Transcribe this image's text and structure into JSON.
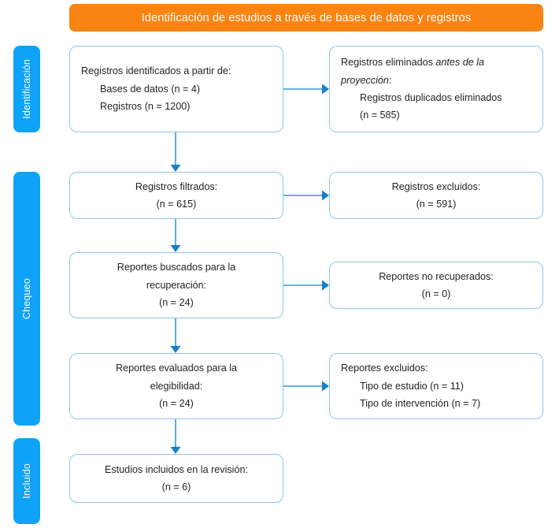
{
  "diagram": {
    "title": "Identificación de estudios a través de bases de datos y registros",
    "type": "prisma-flow-diagram",
    "colors": {
      "header_orange": "#F98412",
      "stage_blue": "#0FA3F7",
      "box_border": "#8FC6E8",
      "arrow_blue": "#2E9BD6",
      "text": "#231F20"
    }
  },
  "stages": [
    {
      "id": "identificacion",
      "label": "Identificación"
    },
    {
      "id": "chequeo",
      "label": "Chequeo"
    },
    {
      "id": "incluido",
      "label": "Incluido"
    }
  ],
  "boxes": {
    "identified": {
      "line1": "Registros identificados a partir de:",
      "line2": "Bases de datos (n = 4)",
      "line3": "Registros (n = 1200)"
    },
    "removed": {
      "line1_pre": "Registros eliminados ",
      "line1_ital": "antes de la",
      "line2_ital": "proyección",
      "line2_post": ":",
      "line3": "Registros duplicados eliminados",
      "line4": "(n = 585)"
    },
    "screened": {
      "line1": "Registros filtrados:",
      "line2": "(n = 615)"
    },
    "excluded": {
      "line1": "Registros excluidos:",
      "line2": "(n = 591)"
    },
    "sought": {
      "line1": "Reportes buscados para la",
      "line2": "recuperación:",
      "line3": "(n = 24)"
    },
    "not_retrieved": {
      "line1": "Reportes no recuperados:",
      "line2": "(n = 0)"
    },
    "assessed": {
      "line1": "Reportes evaluados para la",
      "line2": "elegibilidad:",
      "line3": "(n = 24)"
    },
    "reports_excluded": {
      "line1": "Reportes excluidos:",
      "line2": "Tipo de estudio (n = 11)",
      "line3": "Tipo de intervención (n = 7)"
    },
    "included": {
      "line1": "Estudios incluidos en la revisión:",
      "line2": "(n = 6)"
    }
  },
  "chart_data": {
    "type": "diagram",
    "title": "Identificación de estudios a través de bases de datos y registros",
    "nodes": [
      {
        "id": "identified",
        "stage": "Identificación",
        "column": "left",
        "text": "Registros identificados a partir de: Bases de datos (n = 4); Registros (n = 1200)",
        "counts": {
          "bases_de_datos": 4,
          "registros": 1200
        }
      },
      {
        "id": "removed",
        "stage": "Identificación",
        "column": "right",
        "text": "Registros eliminados antes de la proyección: Registros duplicados eliminados (n = 585)",
        "counts": {
          "duplicados_eliminados": 585
        }
      },
      {
        "id": "screened",
        "stage": "Chequeo",
        "column": "left",
        "text": "Registros filtrados: (n = 615)",
        "counts": {
          "n": 615
        }
      },
      {
        "id": "excluded",
        "stage": "Chequeo",
        "column": "right",
        "text": "Registros excluidos: (n = 591)",
        "counts": {
          "n": 591
        }
      },
      {
        "id": "sought",
        "stage": "Chequeo",
        "column": "left",
        "text": "Reportes buscados para la recuperación: (n = 24)",
        "counts": {
          "n": 24
        }
      },
      {
        "id": "not_retrieved",
        "stage": "Chequeo",
        "column": "right",
        "text": "Reportes no recuperados: (n = 0)",
        "counts": {
          "n": 0
        }
      },
      {
        "id": "assessed",
        "stage": "Chequeo",
        "column": "left",
        "text": "Reportes evaluados para la elegibilidad: (n = 24)",
        "counts": {
          "n": 24
        }
      },
      {
        "id": "reports_excluded",
        "stage": "Chequeo",
        "column": "right",
        "text": "Reportes excluidos: Tipo de estudio (n = 11); Tipo de intervención (n = 7)",
        "counts": {
          "tipo_de_estudio": 11,
          "tipo_de_intervencion": 7
        }
      },
      {
        "id": "included",
        "stage": "Incluido",
        "column": "left",
        "text": "Estudios incluidos en la revisión: (n = 6)",
        "counts": {
          "n": 6
        }
      }
    ],
    "edges": [
      {
        "from": "identified",
        "to": "removed",
        "direction": "right"
      },
      {
        "from": "identified",
        "to": "screened",
        "direction": "down"
      },
      {
        "from": "screened",
        "to": "excluded",
        "direction": "right"
      },
      {
        "from": "screened",
        "to": "sought",
        "direction": "down"
      },
      {
        "from": "sought",
        "to": "not_retrieved",
        "direction": "right"
      },
      {
        "from": "sought",
        "to": "assessed",
        "direction": "down"
      },
      {
        "from": "assessed",
        "to": "reports_excluded",
        "direction": "right"
      },
      {
        "from": "assessed",
        "to": "included",
        "direction": "down"
      }
    ]
  }
}
